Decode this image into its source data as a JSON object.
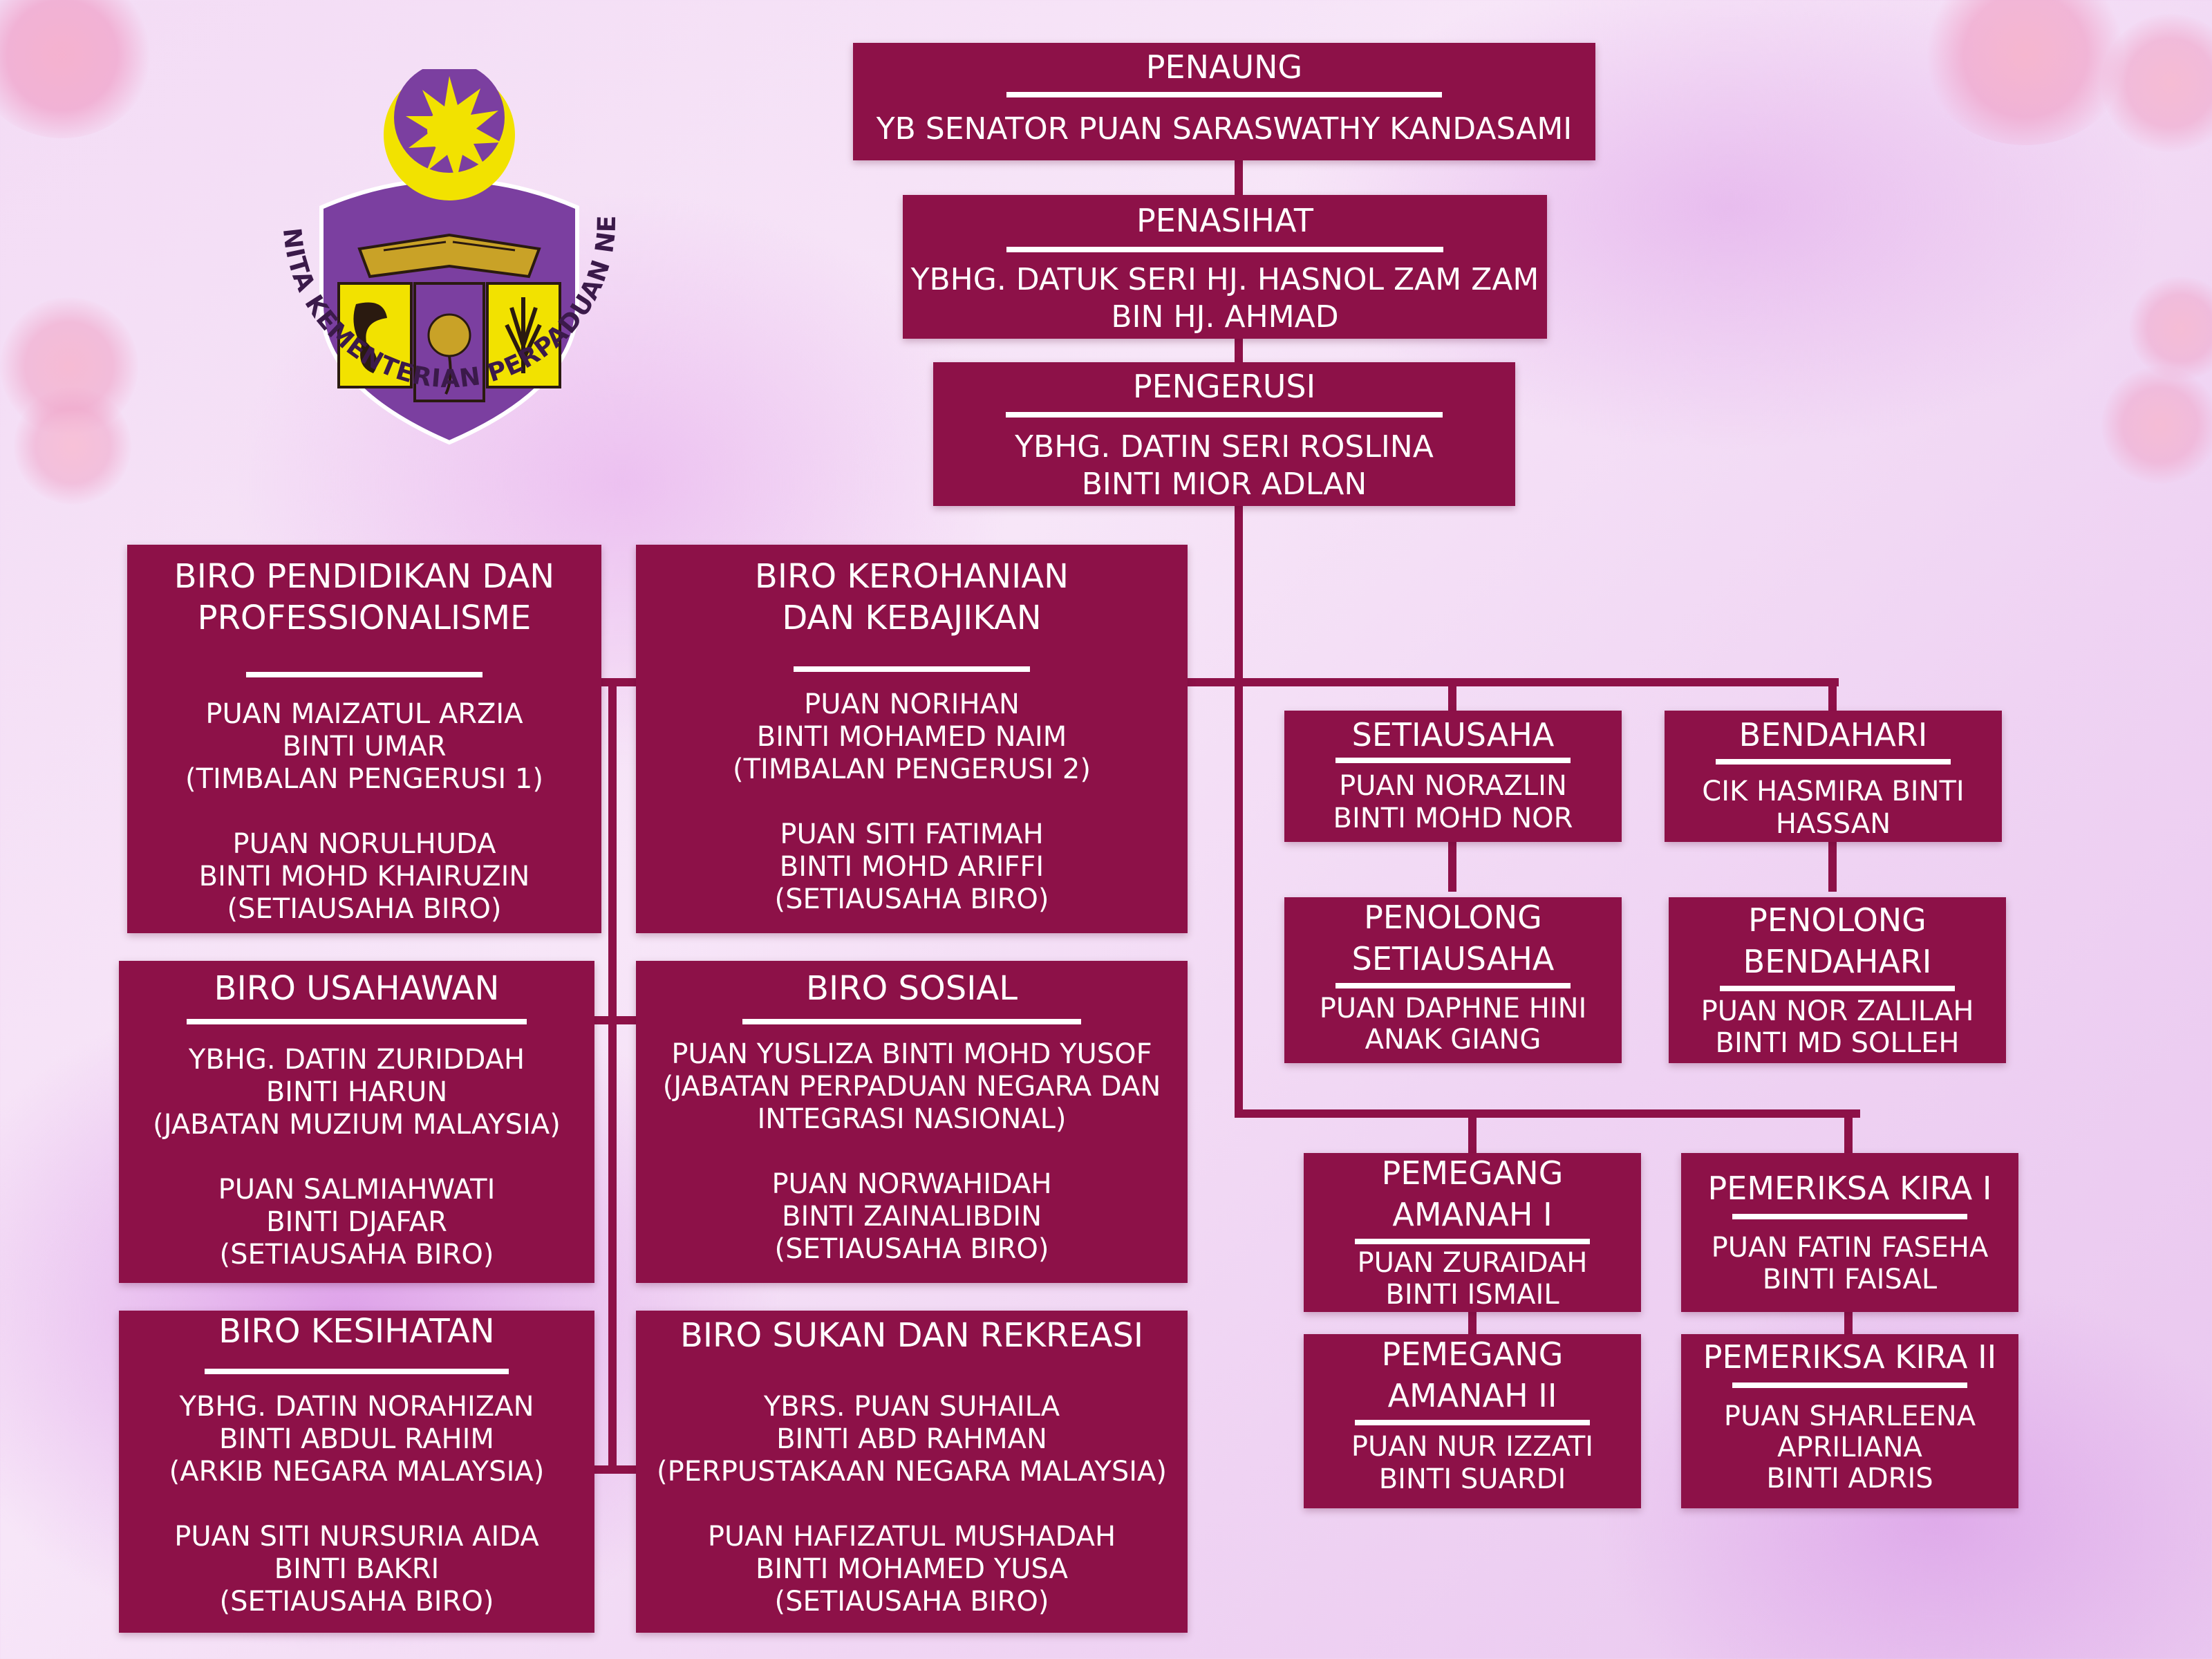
{
  "logo": {
    "ring_text": "PUSPANITA KEMENTERIAN PERPADUAN NEGARA"
  },
  "penaung": {
    "title": "PENAUNG",
    "name": "YB SENATOR PUAN SARASWATHY KANDASAMI"
  },
  "penasihat": {
    "title": "PENASIHAT",
    "name_line1": "YBHG. DATUK SERI HJ. HASNOL ZAM ZAM",
    "name_line2": "BIN HJ. AHMAD"
  },
  "pengerusi": {
    "title": "PENGERUSI",
    "name_line1": "YBHG. DATIN SERI ROSLINA",
    "name_line2": "BINTI MIOR ADLAN"
  },
  "biro_pendidikan": {
    "title_line1": "BIRO PENDIDIKAN DAN",
    "title_line2": "PROFESSIONALISME",
    "lines": [
      "PUAN MAIZATUL ARZIA",
      "BINTI UMAR",
      "(TIMBALAN PENGERUSI 1)",
      "",
      "PUAN NORULHUDA",
      "BINTI MOHD KHAIRUZIN",
      "(SETIAUSAHA BIRO)"
    ]
  },
  "biro_kerohanian": {
    "title_line1": "BIRO KEROHANIAN",
    "title_line2": "DAN KEBAJIKAN",
    "lines": [
      "PUAN NORIHAN",
      "BINTI MOHAMED NAIM",
      "(TIMBALAN PENGERUSI 2)",
      "",
      "PUAN SITI FATIMAH",
      "BINTI MOHD ARIFFI",
      "(SETIAUSAHA BIRO)"
    ]
  },
  "biro_usahawan": {
    "title": "BIRO USAHAWAN",
    "lines": [
      "YBHG. DATIN ZURIDDAH",
      "BINTI HARUN",
      "(JABATAN MUZIUM MALAYSIA)",
      "",
      "PUAN SALMIAHWATI",
      "BINTI DJAFAR",
      "(SETIAUSAHA BIRO)"
    ]
  },
  "biro_sosial": {
    "title": "BIRO SOSIAL",
    "lines": [
      "PUAN YUSLIZA BINTI MOHD YUSOF",
      "(JABATAN PERPADUAN NEGARA DAN",
      "INTEGRASI NASIONAL)",
      "",
      "PUAN NORWAHIDAH",
      "BINTI ZAINALIBDIN",
      "(SETIAUSAHA BIRO)"
    ]
  },
  "biro_kesihatan": {
    "title": "BIRO KESIHATAN",
    "lines": [
      "YBHG. DATIN NORAHIZAN",
      "BINTI ABDUL RAHIM",
      "(ARKIB NEGARA MALAYSIA)",
      "",
      "PUAN SITI NURSURIA AIDA",
      "BINTI BAKRI",
      "(SETIAUSAHA BIRO)"
    ]
  },
  "biro_sukan": {
    "title": "BIRO SUKAN DAN REKREASI",
    "lines": [
      "YBRS. PUAN SUHAILA",
      "BINTI ABD RAHMAN",
      "(PERPUSTAKAAN NEGARA MALAYSIA)",
      "",
      "PUAN HAFIZATUL MUSHADAH",
      "BINTI MOHAMED YUSA",
      "(SETIAUSAHA BIRO)"
    ]
  },
  "setiausaha": {
    "title": "SETIAUSAHA",
    "lines": [
      "PUAN NORAZLIN",
      "BINTI MOHD NOR"
    ]
  },
  "bendahari": {
    "title": "BENDAHARI",
    "lines": [
      "CIK HASMIRA BINTI",
      "HASSAN"
    ]
  },
  "penolong_setiausaha": {
    "title_line1": "PENOLONG",
    "title_line2": "SETIAUSAHA",
    "lines": [
      "PUAN DAPHNE HINI",
      "ANAK GIANG"
    ]
  },
  "penolong_bendahari": {
    "title_line1": "PENOLONG",
    "title_line2": "BENDAHARI",
    "lines": [
      "PUAN NOR ZALILAH",
      "BINTI MD SOLLEH"
    ]
  },
  "pemegang_amanah_1": {
    "title_line1": "PEMEGANG",
    "title_line2": "AMANAH I",
    "lines": [
      "PUAN ZURAIDAH",
      "BINTI ISMAIL"
    ]
  },
  "pemegang_amanah_2": {
    "title_line1": "PEMEGANG",
    "title_line2": "AMANAH II",
    "lines": [
      "PUAN NUR IZZATI",
      "BINTI SUARDI"
    ]
  },
  "pemeriksa_kira_1": {
    "title": "PEMERIKSA KIRA I",
    "lines": [
      "PUAN FATIN FASEHA",
      "BINTI FAISAL"
    ]
  },
  "pemeriksa_kira_2": {
    "title": "PEMERIKSA KIRA II",
    "lines": [
      "PUAN SHARLEENA",
      "APRILIANA",
      "BINTI ADRIS"
    ]
  },
  "colors": {
    "box": "#8d1148",
    "text": "#ffffff",
    "logo_purple": "#7b3fa0",
    "logo_yellow": "#f2e200"
  }
}
